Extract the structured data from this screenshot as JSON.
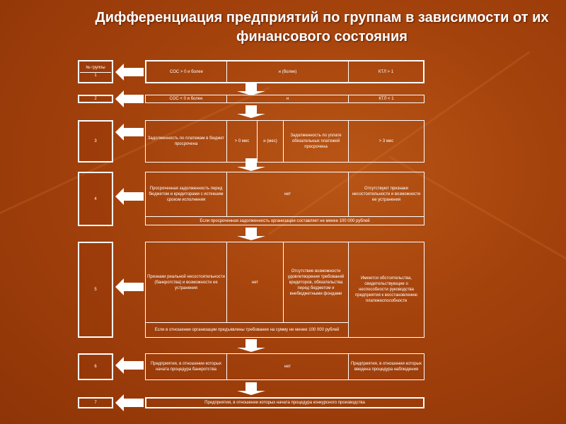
{
  "title": "Дифференциация предприятий по группам в зависимости от их финансового состояния",
  "groups": {
    "header": "№ группы",
    "g1": "1",
    "g2": "2",
    "g3": "3",
    "g4": "4",
    "g5": "5",
    "g6": "6",
    "g7": "7"
  },
  "row1": [
    "СОС > 0 и более",
    "н (более)",
    "КТЛ > 1"
  ],
  "row2": [
    "СОС < 0 и более",
    "н",
    "КТЛ < 1"
  ],
  "row3": [
    "Задолженность по платежам в бюджет просрочена",
    "> 0 мес",
    "н (мес)",
    "Задолженность по уплате обязательных платежей просрочена",
    "> 3 мес"
  ],
  "row4": [
    "Просроченная задолженность перед бюджетом и кредиторами с истекшим сроком исполнения",
    "нет",
    "Отсутствуют признаки несостоятельности и возможности ее устранения",
    "Если просроченная задолженность организации составляет не менее 100 000 рублей"
  ],
  "row5": [
    "Признаки реальной несостоятельности (банкротства) и возможности ее устранения",
    "нет",
    "Отсутствие возможности удовлетворения требований кредиторов, обязательства перед бюджетом и внебюджетными фондами",
    "Имеются обстоятельства, свидетельствующие о неспособности руководства предприятия к восстановлению платежеспособности",
    "Если в отношении организации предъявлены требования на сумму не менее 100 000 рублей"
  ],
  "row6": [
    "Предприятия, в отношении которых начата процедура банкротства",
    "нет",
    "Предприятия, в отношении которых введена процедура наблюдения"
  ],
  "row7": "Предприятия, в отношении которых начата процедура конкурсного производства"
}
